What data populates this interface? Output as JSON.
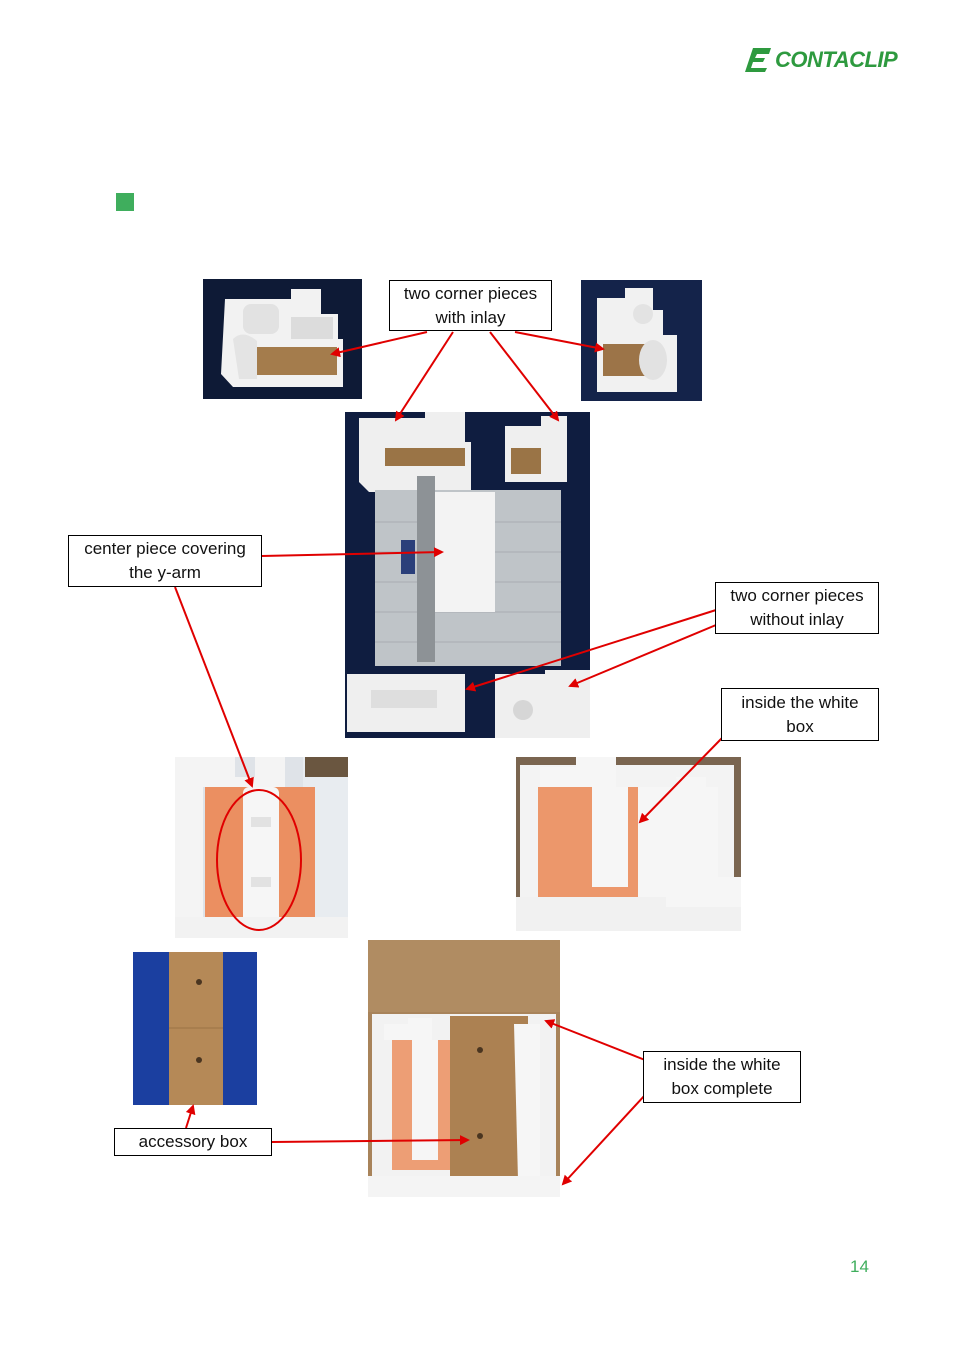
{
  "header": {
    "logo_text": "CONTACLIP",
    "logo_color": "#2e9a3f"
  },
  "bullet_color": "#3fae5d",
  "callouts": {
    "corner_with_inlay": [
      "two corner pieces",
      "with inlay"
    ],
    "center_piece": [
      "center piece covering",
      "the y-arm"
    ],
    "corner_without_inlay": [
      "two corner pieces",
      "without inlay"
    ],
    "inside_white_box": [
      "inside the white",
      "box"
    ],
    "inside_white_box_complete": [
      "inside the white",
      "box complete"
    ],
    "accessory_box": "accessory box"
  },
  "arrow_color": "#e00000",
  "page_number": "14"
}
